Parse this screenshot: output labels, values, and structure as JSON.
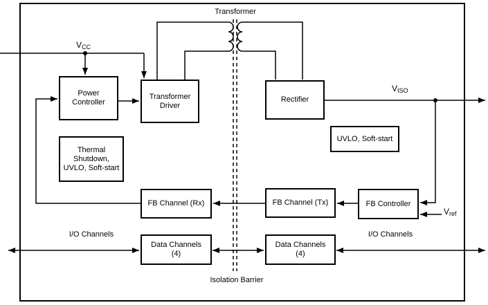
{
  "colors": {
    "line": "#000000",
    "background": "#ffffff"
  },
  "labels": {
    "transformer": "Transformer",
    "isolation_barrier": "Isolation Barrier",
    "io_channels_left": "I/O Channels",
    "io_channels_right": "I/O Channels",
    "vcc": {
      "base": "V",
      "sub": "CC"
    },
    "viso": {
      "base": "V",
      "sub": "ISO"
    },
    "vref": {
      "base": "V",
      "sub": "ref"
    }
  },
  "blocks": {
    "power_controller": {
      "lines": [
        "Power",
        "Controller"
      ]
    },
    "transformer_driver": {
      "lines": [
        "Transformer",
        "Driver"
      ]
    },
    "rectifier": {
      "lines": [
        "Rectifier"
      ]
    },
    "uvlo_soft_start": {
      "lines": [
        "UVLO, Soft-start"
      ]
    },
    "thermal_shutdown": {
      "lines": [
        "Thermal",
        "Shutdown,",
        "UVLO, Soft-start"
      ]
    },
    "fb_channel_rx": {
      "lines": [
        "FB Channel (Rx)"
      ]
    },
    "fb_channel_tx": {
      "lines": [
        "FB Channel (Tx)"
      ]
    },
    "fb_controller": {
      "lines": [
        "FB Controller"
      ]
    },
    "data_channels_left": {
      "lines": [
        "Data Channels",
        "(4)"
      ]
    },
    "data_channels_right": {
      "lines": [
        "Data Channels",
        "(4)"
      ]
    }
  }
}
